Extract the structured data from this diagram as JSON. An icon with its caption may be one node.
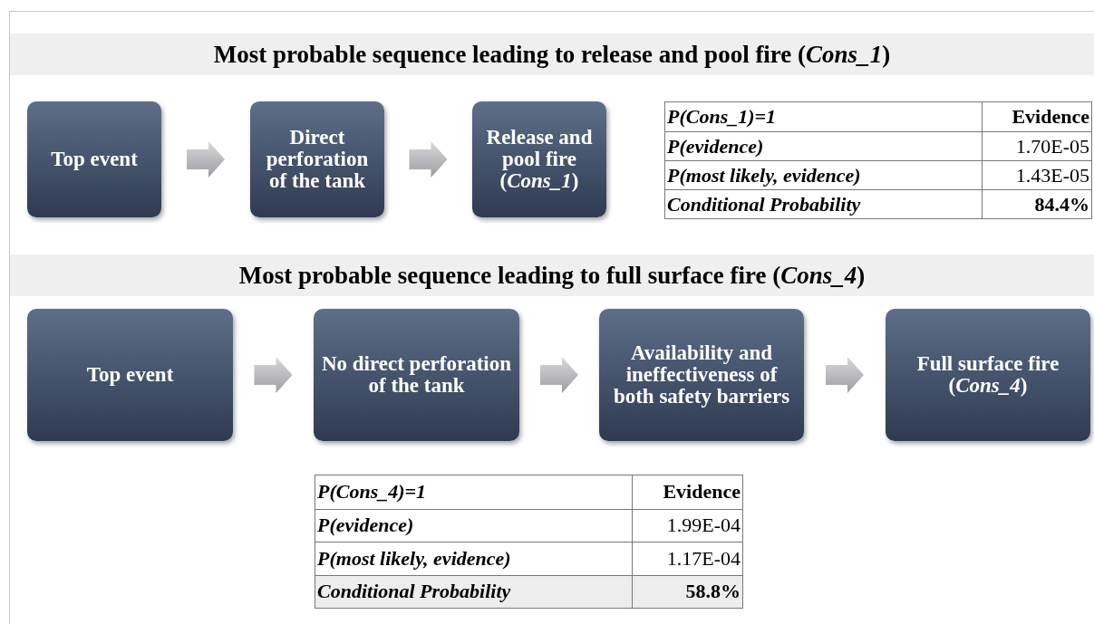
{
  "diagram": {
    "nodes": [
      {
        "text": [
          "Top event"
        ]
      },
      {
        "text": [
          "Direct perforation of the tank"
        ]
      },
      {
        "text": [
          "Release and pool fire (*Cons_1*)"
        ]
      },
      {
        "text": [
          "Top event"
        ]
      },
      {
        "text": [
          "No direct perforation of the tank"
        ]
      },
      {
        "text": [
          "Availability and ineffectiveness of both safety barriers"
        ]
      },
      {
        "text": [
          "Full surface fire (*Cons_4*)"
        ]
      }
    ],
    "edges": [
      {
        "from": 0,
        "to": 1,
        "arrow": "to"
      },
      {
        "from": 1,
        "to": 2,
        "arrow": "to"
      },
      {
        "from": 3,
        "to": 4,
        "arrow": "to"
      },
      {
        "from": 4,
        "to": 5,
        "arrow": "to"
      },
      {
        "from": 5,
        "to": 6,
        "arrow": "to"
      }
    ],
    "labels": [
      "Most probable sequence leading to release and pool fire (*Cons_1*)",
      "P(Cons_1)=1",
      "Evidence",
      "P(evidence)",
      "1.70E-05",
      "P(most likely, evidence)",
      "1.43E-05",
      "Conditional Probability",
      "84.4%",
      "Most probable sequence leading to full surface fire (*Cons_4*)",
      "P(Cons_4)=1",
      "Evidence",
      "P(evidence)",
      "1.99E-04",
      "P(most likely, evidence)",
      "1.17E-04",
      "Conditional Probability",
      "58.8%"
    ]
  }
}
